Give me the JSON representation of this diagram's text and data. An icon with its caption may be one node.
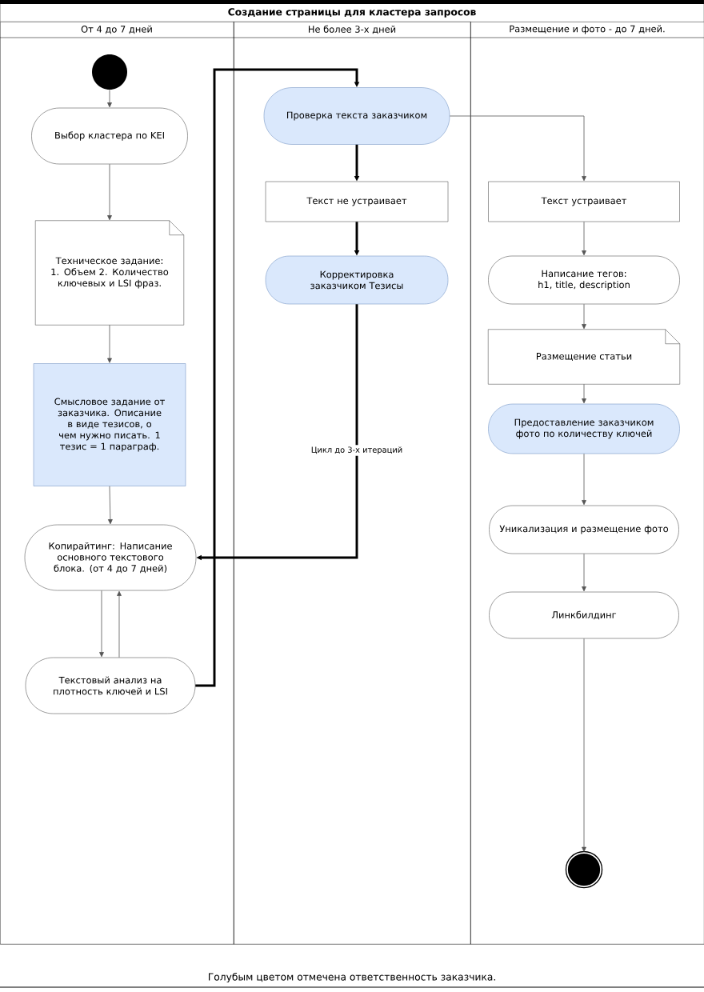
{
  "diagram": {
    "title": "Создание страницы для кластера запросов",
    "caption": "Голубым цветом отмечена ответственность заказчика.",
    "nodes": [
      {
        "text": [
          "От 4 до 7 дней"
        ]
      },
      {
        "text": [
          "Не более 3-х дней"
        ]
      },
      {
        "text": [
          "Размещение и фото - до 7 дней."
        ]
      },
      {
        "text": [],
        "shape": "circle",
        "in": 0
      },
      {
        "text": [
          "Выбор кластера по KEI"
        ],
        "in": 0
      },
      {
        "text": [
          "Техническое задание: 1. Объем 2. Количество ключевых и LSI фраз."
        ],
        "in": 0
      },
      {
        "text": [
          "Смысловое задание от заказчика. Описание в виде тезисов, о чем нужно писать. 1 тезис = 1 параграф."
        ],
        "in": 0
      },
      {
        "text": [
          "Копирайтинг: Написание основного текстового блока. (от 4 до 7 дней)"
        ],
        "in": 0
      },
      {
        "text": [
          "Текстовый анализ на плотность ключей и LSI"
        ],
        "in": 0
      },
      {
        "text": [
          "Проверка текста заказчиком"
        ],
        "in": 1
      },
      {
        "text": [
          "Текст не устраивает"
        ],
        "in": 1
      },
      {
        "text": [
          "Корректировка заказчиком Тезисы"
        ],
        "in": 1
      },
      {
        "text": [
          "Текст устраивает"
        ],
        "in": 2
      },
      {
        "text": [
          "Написание тегов: h1, title, description"
        ],
        "in": 2
      },
      {
        "text": [
          "Размещение статьи"
        ],
        "in": 2
      },
      {
        "text": [
          "Предоставление заказчиком фото по количеству ключей"
        ],
        "in": 2
      },
      {
        "text": [
          "Уникализация и размещение фото"
        ],
        "in": 2
      },
      {
        "text": [
          "Линкбилдинг"
        ],
        "in": 2
      },
      {
        "text": [],
        "shape": "circle",
        "in": 2
      }
    ],
    "edges": [
      {
        "from": 3,
        "to": 4,
        "arrow": "to"
      },
      {
        "from": 4,
        "to": 5,
        "arrow": "to"
      },
      {
        "from": 5,
        "to": 6,
        "arrow": "to"
      },
      {
        "from": 6,
        "to": 7,
        "arrow": "to"
      },
      {
        "from": 7,
        "to": 8,
        "arrow": "to"
      },
      {
        "from": 8,
        "to": 7,
        "arrow": "to"
      },
      {
        "from": 8,
        "to": 9,
        "arrow": "to",
        "style": "thick"
      },
      {
        "from": 9,
        "to": 10,
        "arrow": "to",
        "style": "thick"
      },
      {
        "from": 10,
        "to": 11,
        "arrow": "to",
        "style": "thick"
      },
      {
        "from": 11,
        "to": 7,
        "arrow": "to",
        "style": "thick",
        "label": "Цикл до 3-х итераций"
      },
      {
        "from": 9,
        "to": 12,
        "arrow": "to"
      },
      {
        "from": 12,
        "to": 13,
        "arrow": "to"
      },
      {
        "from": 13,
        "to": 14,
        "arrow": "to"
      },
      {
        "from": 14,
        "to": 15,
        "arrow": "to"
      },
      {
        "from": 15,
        "to": 16,
        "arrow": "to"
      },
      {
        "from": 16,
        "to": 17,
        "arrow": "to"
      },
      {
        "from": 17,
        "to": 18,
        "arrow": "to"
      }
    ]
  }
}
